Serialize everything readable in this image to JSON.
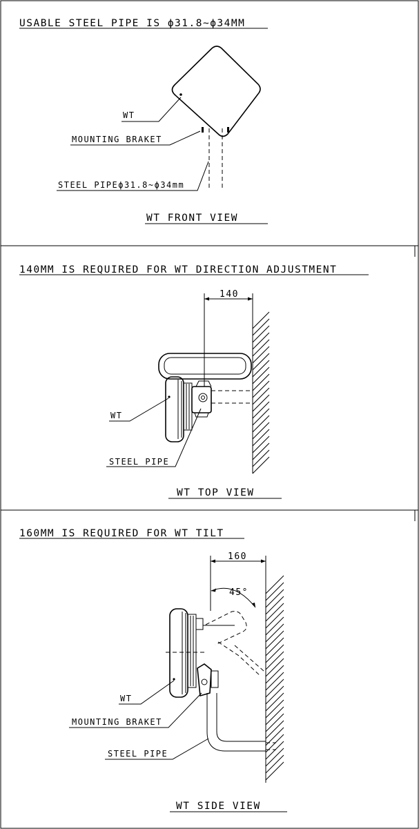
{
  "sections": [
    {
      "header": "USABLE STEEL PIPE IS ϕ31.8~ϕ34MM",
      "labels": {
        "wt": "WT",
        "mounting_bracket": "MOUNTING BRAKET",
        "steel_pipe": "STEEL PIPEϕ31.8~ϕ34mm"
      },
      "caption": "WT FRONT VIEW"
    },
    {
      "header": "140MM IS REQUIRED FOR WT DIRECTION ADJUSTMENT",
      "dimension": "140",
      "labels": {
        "wt": "WT",
        "steel_pipe": "STEEL PIPE"
      },
      "caption": "WT TOP VIEW"
    },
    {
      "header": "160MM IS REQUIRED FOR WT TILT",
      "dimension": "160",
      "angle": "45°",
      "labels": {
        "wt": "WT",
        "mounting_bracket": "MOUNTING BRAKET",
        "steel_pipe": "STEEL PIPE"
      },
      "caption": "WT SIDE VIEW"
    }
  ]
}
